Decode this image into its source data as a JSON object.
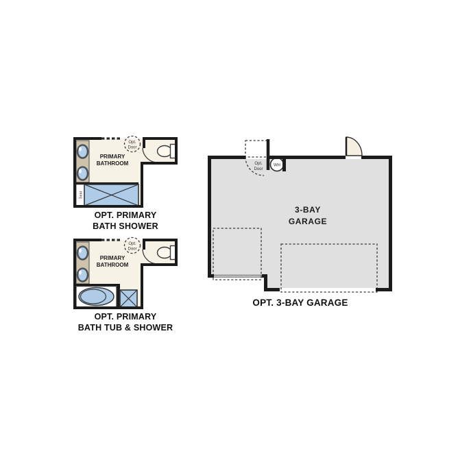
{
  "palette": {
    "wall": "#1b1b1b",
    "bath_floor": "#f7f2e6",
    "counter_tan": "#cfc3ab",
    "fixture_blue": "#aecbe8",
    "fixture_outline": "#3a3a3a",
    "garage_floor": "#e0e0e0",
    "door_fill": "#f6efe3",
    "text": "#111111"
  },
  "plans": {
    "bath_shower": {
      "room_label_line1": "PRIMARY",
      "room_label_line2": "BATHROOM",
      "opt_door_line1": "Opt.",
      "opt_door_line2": "Door",
      "seat_label": "Seat",
      "caption_line1": "OPT. PRIMARY",
      "caption_line2": "BATH SHOWER"
    },
    "bath_tub_shower": {
      "room_label_line1": "PRIMARY",
      "room_label_line2": "BATHROOM",
      "opt_door_line1": "Opt.",
      "opt_door_line2": "Door",
      "caption_line1": "OPT. PRIMARY",
      "caption_line2": "BATH TUB & SHOWER"
    },
    "garage": {
      "room_label_line1": "3-BAY",
      "room_label_line2": "GARAGE",
      "opt_door_line1": "Opt.",
      "opt_door_line2": "Door",
      "water_heater_label": "WH",
      "caption": "OPT. 3-BAY GARAGE"
    }
  }
}
